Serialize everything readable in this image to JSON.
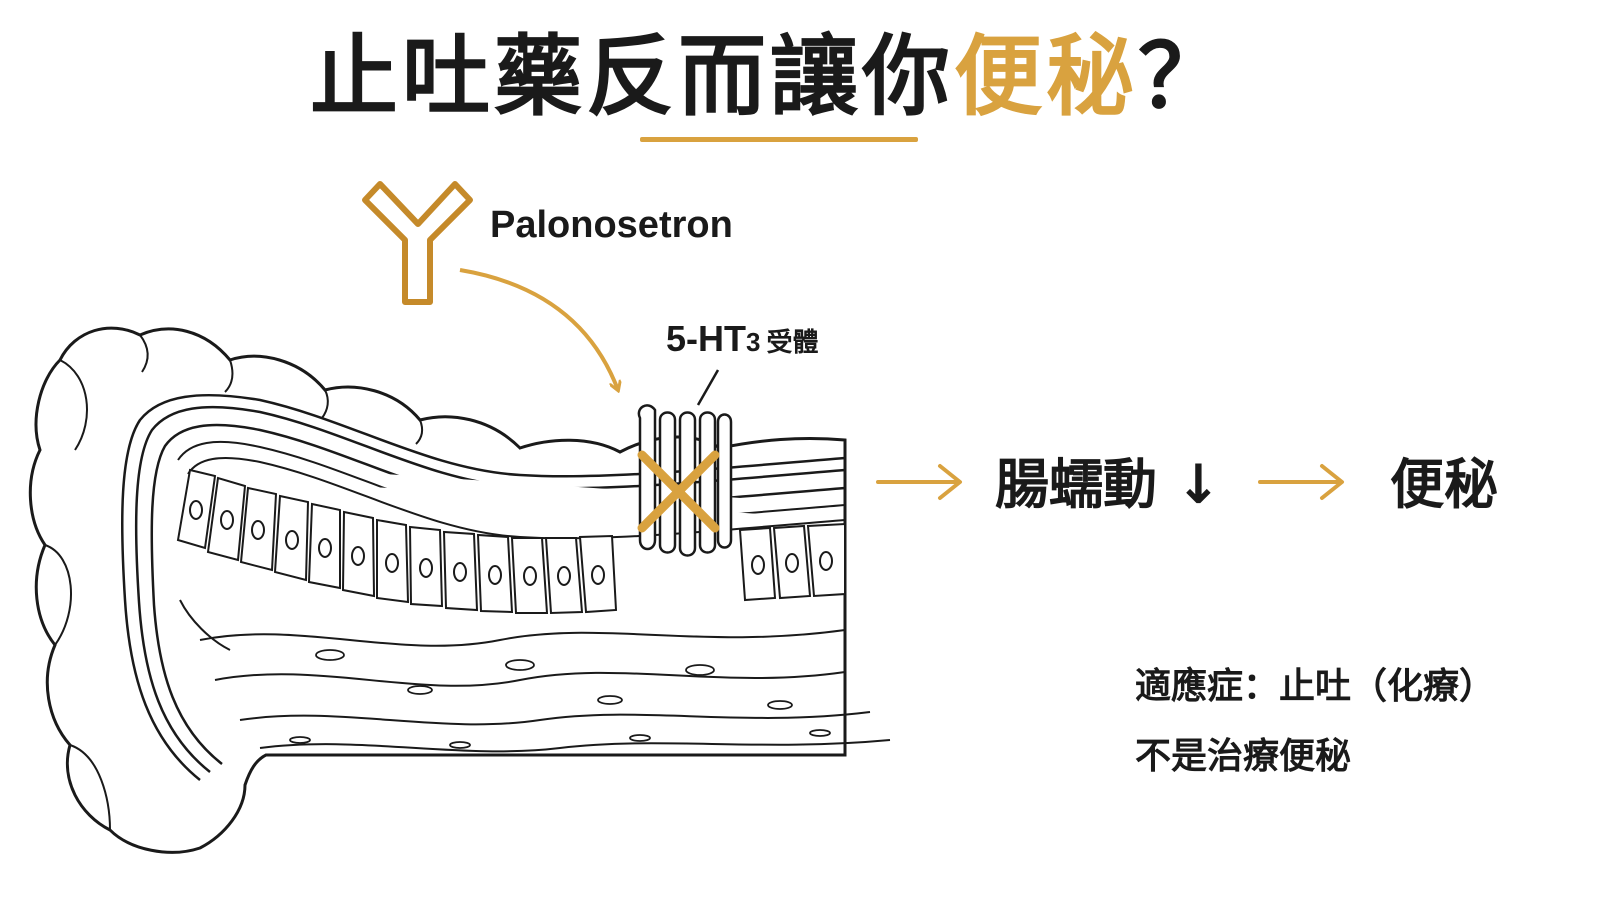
{
  "title": {
    "prefix": "止吐藥反而讓你",
    "highlight": "便秘",
    "suffix": "？"
  },
  "drug": {
    "name": "Palonosetron"
  },
  "receptor": {
    "prefix": "5-HT",
    "subscript": "3",
    "suffix": "受體"
  },
  "flow": {
    "step1": "腸蠕動 ↓",
    "step2": "便秘"
  },
  "note": {
    "line1": "適應症：止吐（化療）",
    "line2": "不是治療便秘"
  },
  "colors": {
    "accent": "#d9a23f",
    "ink": "#1a1a1a"
  }
}
